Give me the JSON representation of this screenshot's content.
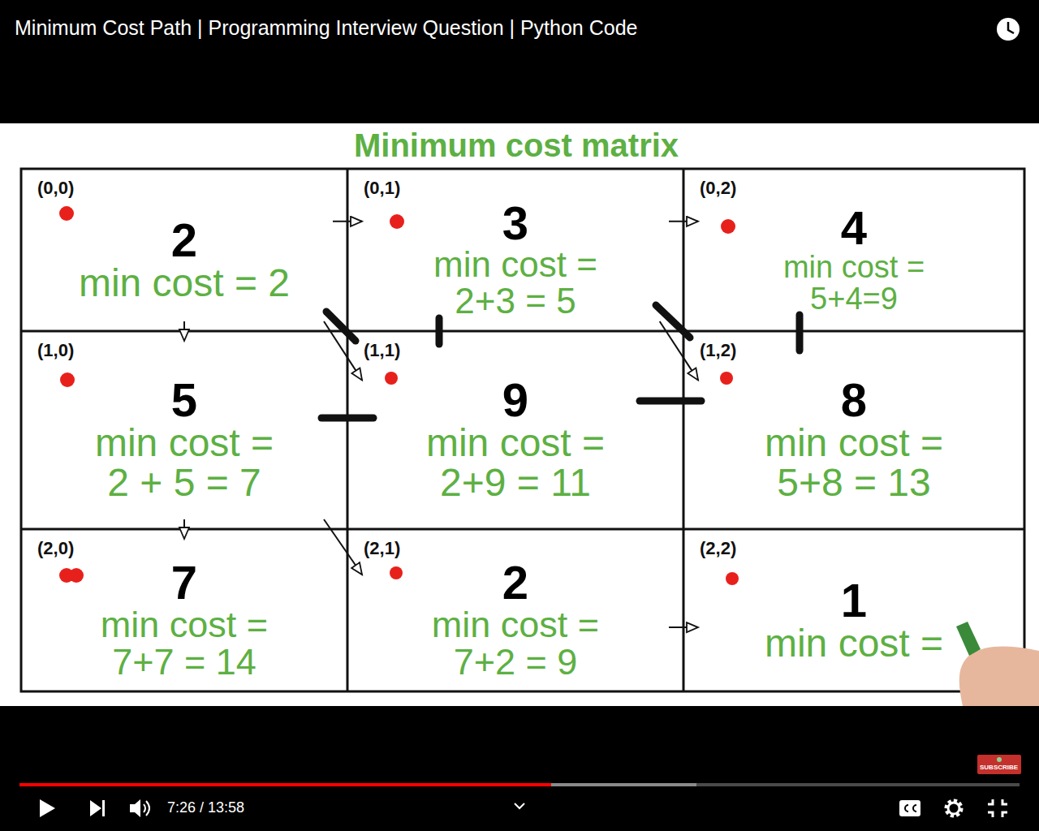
{
  "diagram": {
    "title": "Minimum cost matrix",
    "nodes": [
      {
        "text": [
          "(0,0)",
          "2",
          "min cost = 2"
        ]
      },
      {
        "text": [
          "(0,1)",
          "3",
          "min cost = 2+3 = 5"
        ]
      },
      {
        "text": [
          "(0,2)",
          "4",
          "min cost = 5+4=9"
        ]
      },
      {
        "text": [
          "(1,0)",
          "5",
          "min cost = 2 + 5 = 7"
        ]
      },
      {
        "text": [
          "(1,1)",
          "9",
          "min cost = 2+9 = 11"
        ]
      },
      {
        "text": [
          "(1,2)",
          "8",
          "min cost = 5+8 = 13"
        ]
      },
      {
        "text": [
          "(2,0)",
          "7",
          "min cost = 7+7 = 14"
        ]
      },
      {
        "text": [
          "(2,1)",
          "2",
          "min cost = 7+2 = 9"
        ]
      },
      {
        "text": [
          "(2,2)",
          "1",
          "min cost ="
        ]
      }
    ],
    "edges": [
      {
        "from": 0,
        "to": 1,
        "arrow": "to"
      },
      {
        "from": 1,
        "to": 2,
        "arrow": "to"
      },
      {
        "from": 0,
        "to": 3,
        "arrow": "to"
      },
      {
        "from": 0,
        "to": 4,
        "arrow": "to"
      },
      {
        "from": 1,
        "to": 5,
        "arrow": "to"
      },
      {
        "from": 3,
        "to": 6,
        "arrow": "to"
      },
      {
        "from": 3,
        "to": 7,
        "arrow": "to"
      },
      {
        "from": 7,
        "to": 8,
        "arrow": "to"
      }
    ],
    "labels": [
      "Minimum Cost Path | Programming Interview Question | Python Code",
      "7:26 / 13:58",
      "SUBSCRIBE"
    ]
  }
}
